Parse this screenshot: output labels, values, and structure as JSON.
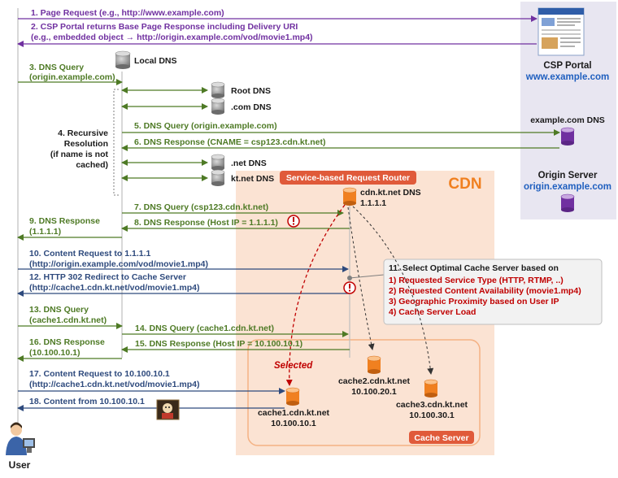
{
  "steps": {
    "s1": "1. Page Request (e.g., http://www.example.com)",
    "s2a": "2. CSP Portal returns Base Page Response including Delivery URI",
    "s2b": "(e.g., embedded object → http://origin.example.com/vod/movie1.mp4)",
    "s3a": "3. DNS Query",
    "s3b": "(origin.example.com)",
    "s4a": "4. Recursive",
    "s4b": "Resolution",
    "s4c": "(if name is not",
    "s4d": "cached)",
    "s5": "5. DNS Query (origin.example.com)",
    "s6": "6. DNS Response (CNAME = csp123.cdn.kt.net)",
    "s7": "7. DNS Query (csp123.cdn.kt.net)",
    "s8": "8. DNS Response (Host IP = 1.1.1.1)",
    "s9a": "9. DNS Response",
    "s9b": "(1.1.1.1)",
    "s10a": "10. Content Request to 1.1.1.1",
    "s10b": "(http://origin.example.com/vod/movie1.mp4)",
    "s12a": "12. HTTP 302 Redirect to Cache Server",
    "s12b": "(http://cache1.cdn.kt.net/vod/movie1.mp4)",
    "s13a": "13. DNS Query",
    "s13b": "(cache1.cdn.kt.net)",
    "s14": "14. DNS Query (cache1.cdn.kt.net)",
    "s15": "15. DNS Response (Host IP = 10.100.10.1)",
    "s16a": "16. DNS Response",
    "s16b": "(10.100.10.1)",
    "s17a": "17. Content Request to 10.100.10.1",
    "s17b": "(http://cache1.cdn.kt.net/vod/movie1.mp4)",
    "s18": "18. Content from 10.100.10.1"
  },
  "nodes": {
    "local_dns": "Local DNS",
    "root_dns": "Root DNS",
    "com_dns": ".com DNS",
    "net_dns": ".net DNS",
    "ktnet_dns": "kt.net DNS",
    "csp_portal": "CSP Portal",
    "csp_portal_url": "www.example.com",
    "example_dns": "example.com DNS",
    "origin_server": "Origin Server",
    "origin_url": "origin.example.com",
    "cdn": "CDN",
    "router_badge": "Service-based Request Router",
    "cdn_dns_name": "cdn.kt.net DNS",
    "cdn_dns_ip": "1.1.1.1",
    "cache_server_badge": "Cache Server",
    "selected": "Selected",
    "cache1_name": "cache1.cdn.kt.net",
    "cache1_ip": "10.100.10.1",
    "cache2_name": "cache2.cdn.kt.net",
    "cache2_ip": "10.100.20.1",
    "cache3_name": "cache3.cdn.kt.net",
    "cache3_ip": "10.100.30.1",
    "user": "User"
  },
  "callout": {
    "title": "11. Select Optimal Cache Server based on",
    "items": [
      "1) Requested Service Type (HTTP, RTMP, ..)",
      "2) Requested Content Availability (movie1.mp4)",
      "3) Geographic Proximity based on User IP",
      "4) Cache Server Load"
    ]
  },
  "colors": {
    "purple": "#7030a0",
    "green": "#4e7a25",
    "blue": "#2e4a7d",
    "cdn_orange": "#f08020",
    "red": "#c00000",
    "cdn_bg": "#fbe3d3",
    "portal_bg": "#e8e6f1"
  }
}
